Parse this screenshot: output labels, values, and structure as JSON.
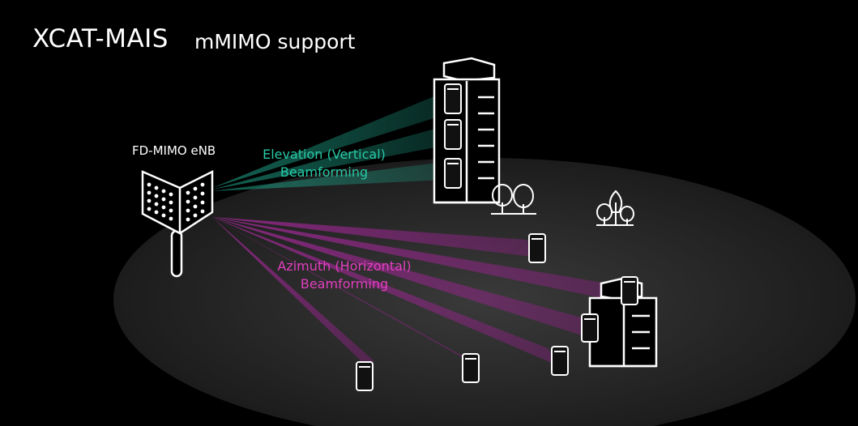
{
  "header": {
    "title": "XCAT-MAIS",
    "subtitle": "mMIMO support"
  },
  "diagram": {
    "enb_label": "FD-MIMO eNB",
    "elevation_label_line1": "Elevation (Vertical)",
    "elevation_label_line2": "Beamforming",
    "azimuth_label_line1": "Azimuth (Horizontal)",
    "azimuth_label_line2": "Beamforming"
  },
  "colors": {
    "elevation_beam": "#1f9c84",
    "azimuth_beam": "#a4289a",
    "ellipse": "#2b2b2b",
    "background": "#000000"
  }
}
